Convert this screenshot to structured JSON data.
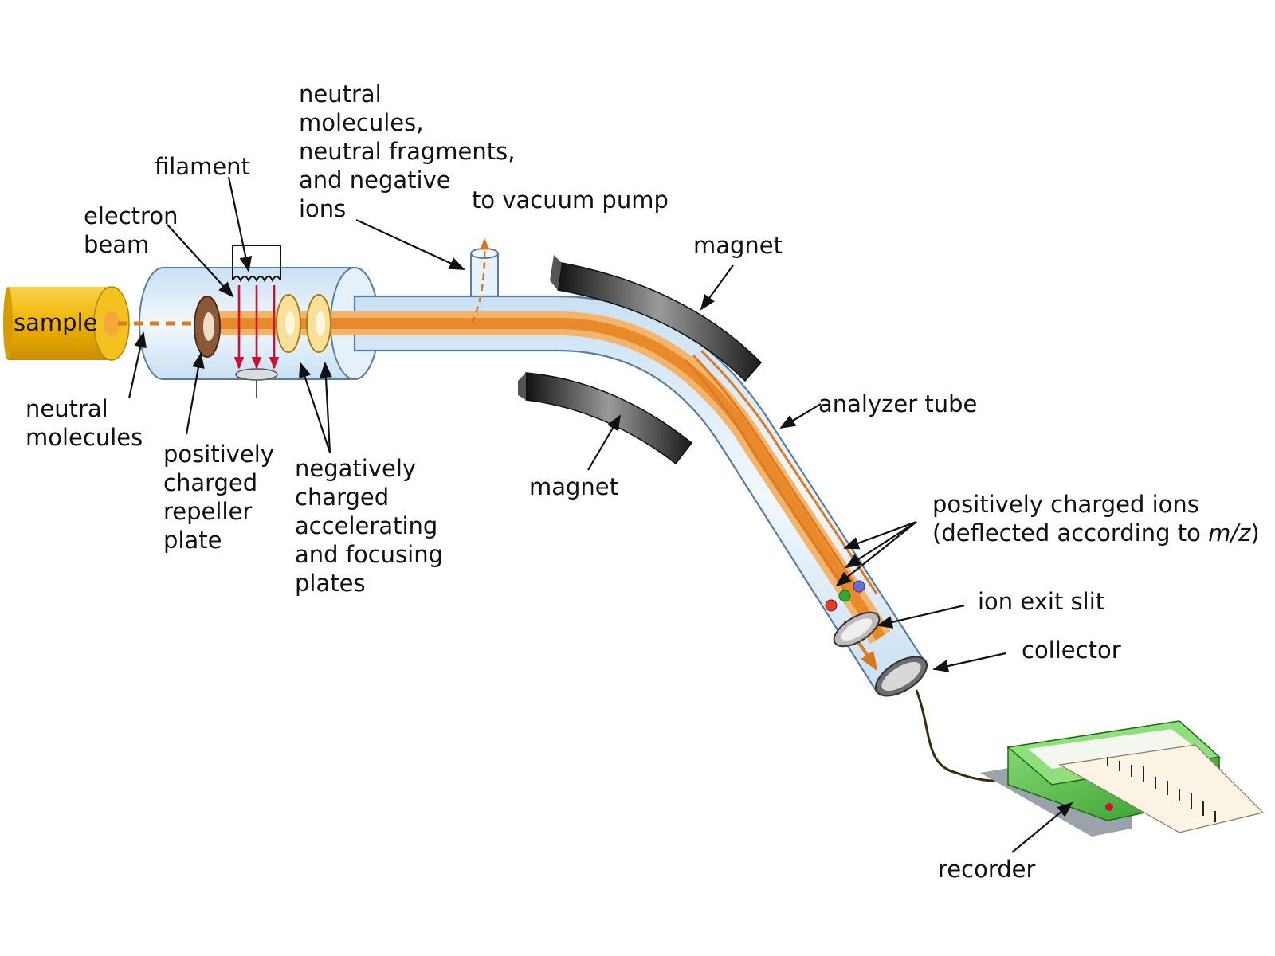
{
  "labels": {
    "sample": "sample",
    "neutral_molecules": [
      "neutral",
      "molecules"
    ],
    "electron_beam": [
      "electron",
      "beam"
    ],
    "filament": "filament",
    "repeller_plate": [
      "positively",
      "charged",
      "repeller",
      "plate"
    ],
    "accelerating_plates": [
      "negatively",
      "charged",
      "accelerating",
      "and focusing",
      "plates"
    ],
    "vented": [
      "neutral",
      "molecules,",
      "neutral fragments,",
      "and negative",
      "ions"
    ],
    "vacuum_pump": "to vacuum pump",
    "magnet_top": "magnet",
    "magnet_bottom": "magnet",
    "analyzer_tube": "analyzer tube",
    "positive_ions_line1": "positively charged ions",
    "positive_ions_line2_prefix": "(deflected according to ",
    "positive_ions_line2_italic": "m/z",
    "positive_ions_line2_suffix": ")",
    "ion_exit_slit": "ion exit slit",
    "collector": "collector",
    "recorder": "recorder"
  },
  "colors": {
    "beam": "#e98a2a",
    "beam_light": "#f3b56b",
    "tube_fill": "#dcecf8",
    "tube_stroke": "#6b8fb0",
    "sample_gold": "#f0b400",
    "electron_red": "#cc1133",
    "magnet_dark": "#2a2a2a",
    "recorder_green": "#4bbf3a",
    "ion_red": "#e23b2a",
    "ion_green": "#2fa83a",
    "ion_blue": "#6b6bd6"
  },
  "icons": {
    "sample_source": "cylinder",
    "recorder": "chart-recorder",
    "magnet": "curved-magnet"
  }
}
